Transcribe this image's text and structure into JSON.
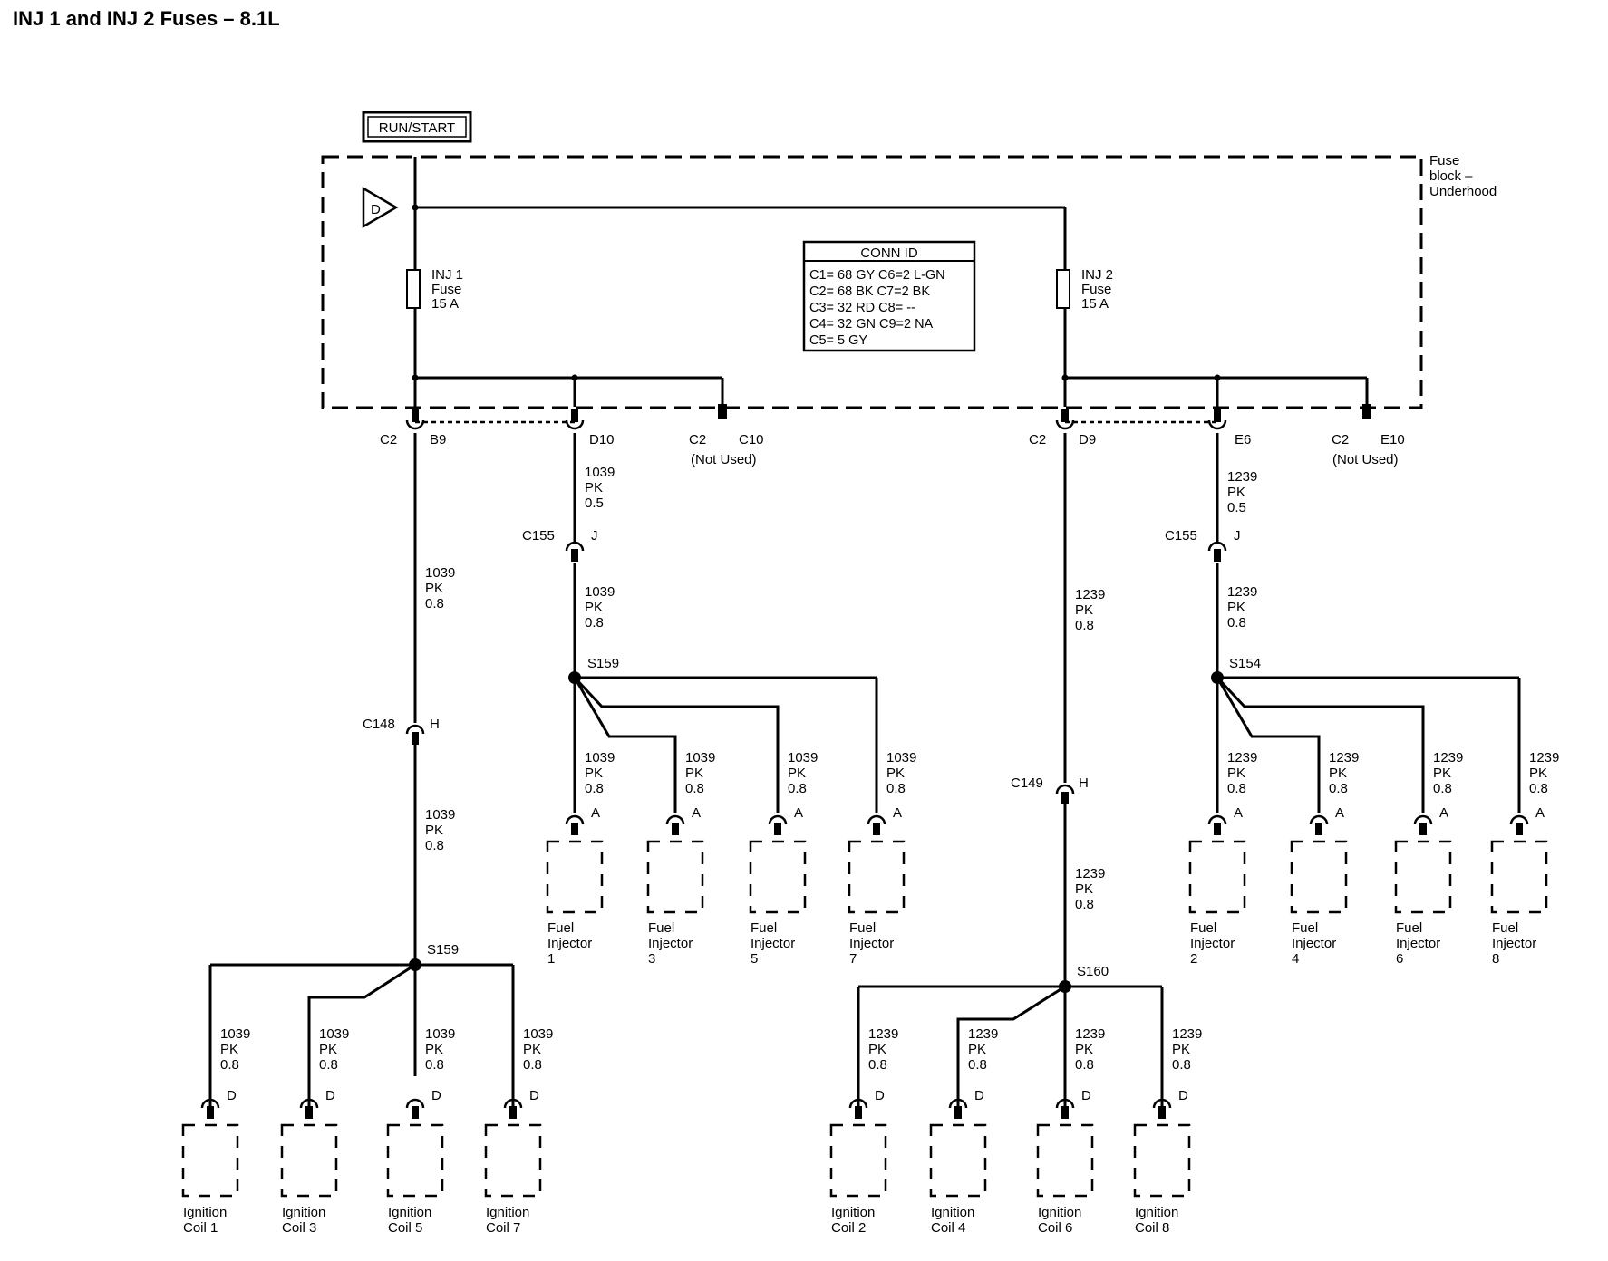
{
  "title": "INJ 1 and INJ 2 Fuses – 8.1L",
  "run_start": "RUN/START",
  "fuse_block": [
    "Fuse",
    "block –",
    "Underhood"
  ],
  "d_label": "D",
  "fuses": [
    [
      "INJ 1",
      "Fuse",
      "15 A"
    ],
    [
      "INJ 2",
      "Fuse",
      "15 A"
    ]
  ],
  "conn_id": {
    "header": "CONN ID",
    "rows": [
      "C1= 68 GY  C6=2 L-GN",
      "C2= 68 BK  C7=2 BK",
      "C3= 32 RD  C8= --",
      "C4= 32 GN  C9=2 NA",
      "C5= 5 GY"
    ]
  },
  "connector_labels": {
    "c2": "C2",
    "b9": "B9",
    "d10": "D10",
    "c10": "C10",
    "d9": "D9",
    "e6": "E6",
    "e10": "E10",
    "not_used": "(Not Used)",
    "c155": "C155",
    "j": "J",
    "c148": "C148",
    "c149": "C149",
    "h": "H",
    "pin_a": "A",
    "pin_d": "D"
  },
  "splices": {
    "s159": "S159",
    "s154": "S154",
    "s160": "S160"
  },
  "wires": {
    "w1039_05": [
      "1039",
      "PK",
      "0.5"
    ],
    "w1039_08": [
      "1039",
      "PK",
      "0.8"
    ],
    "w1239_05": [
      "1239",
      "PK",
      "0.5"
    ],
    "w1239_08": [
      "1239",
      "PK",
      "0.8"
    ]
  },
  "components": {
    "fuel_injector": [
      "Fuel",
      "Injector"
    ],
    "ignition_coil": "Ignition",
    "injectors_left": [
      "1",
      "3",
      "5",
      "7"
    ],
    "injectors_right": [
      "2",
      "4",
      "6",
      "8"
    ],
    "coils_left": [
      "Coil 1",
      "Coil 3",
      "Coil 5",
      "Coil 7"
    ],
    "coils_right": [
      "Coil 2",
      "Coil 4",
      "Coil 6",
      "Coil 8"
    ]
  }
}
